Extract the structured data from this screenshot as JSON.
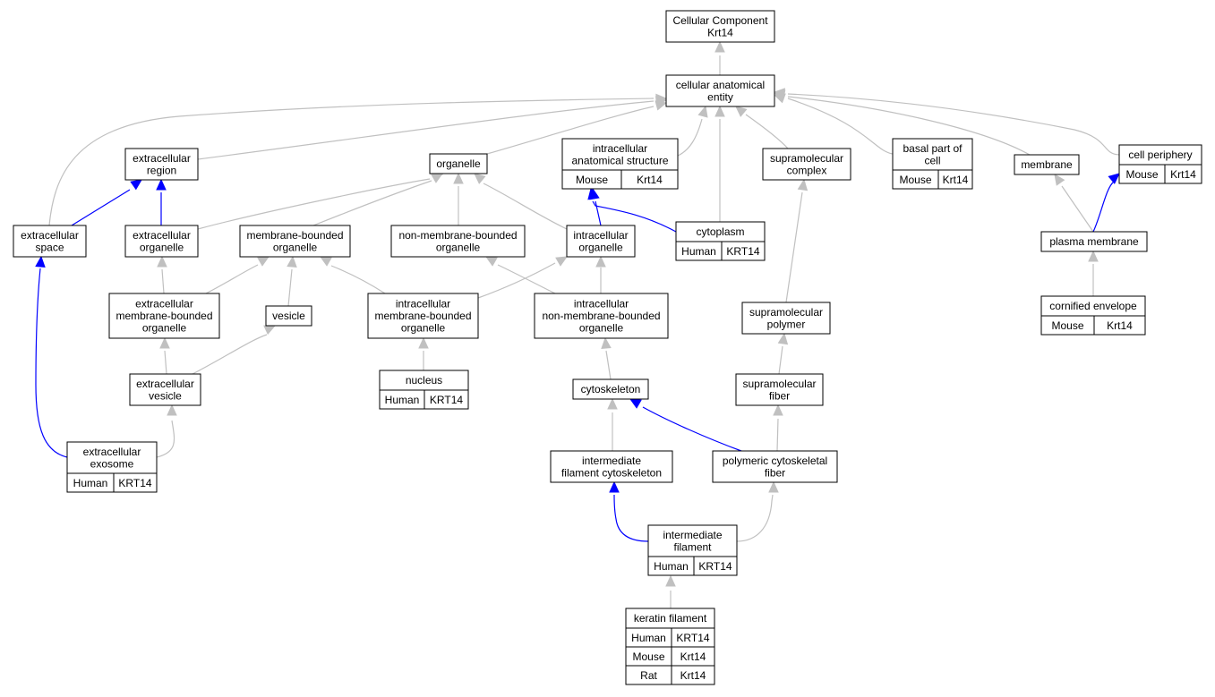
{
  "colors": {
    "is_a": "#c0c0c0",
    "part_of": "#0000ff",
    "human": "#f0604a",
    "mouse": "#add8e6",
    "rat": "#ffd700"
  },
  "nodes": [
    {
      "id": "root",
      "label": [
        "Cellular Component",
        "Krt14"
      ]
    },
    {
      "id": "cae",
      "label": [
        "cellular anatomical",
        "entity"
      ]
    },
    {
      "id": "extreg",
      "label": [
        "extracellular",
        "region"
      ]
    },
    {
      "id": "organelle",
      "label": [
        "organelle"
      ]
    },
    {
      "id": "ias",
      "label": [
        "intracellular",
        "anatomical structure"
      ],
      "rows": [
        [
          "Mouse",
          "Krt14"
        ]
      ]
    },
    {
      "id": "supcomplex",
      "label": [
        "supramolecular",
        "complex"
      ]
    },
    {
      "id": "basal",
      "label": [
        "basal part of",
        "cell"
      ],
      "rows": [
        [
          "Mouse",
          "Krt14"
        ]
      ]
    },
    {
      "id": "membrane",
      "label": [
        "membrane"
      ]
    },
    {
      "id": "periphery",
      "label": [
        "cell periphery"
      ],
      "rows": [
        [
          "Mouse",
          "Krt14"
        ]
      ]
    },
    {
      "id": "extspace",
      "label": [
        "extracellular",
        "space"
      ]
    },
    {
      "id": "extorg",
      "label": [
        "extracellular",
        "organelle"
      ]
    },
    {
      "id": "mbo",
      "label": [
        "membrane-bounded",
        "organelle"
      ]
    },
    {
      "id": "nmbo",
      "label": [
        "non-membrane-bounded",
        "organelle"
      ]
    },
    {
      "id": "intraorg",
      "label": [
        "intracellular",
        "organelle"
      ]
    },
    {
      "id": "cytoplasm",
      "label": [
        "cytoplasm"
      ],
      "rows": [
        [
          "Human",
          "KRT14"
        ]
      ]
    },
    {
      "id": "plasma",
      "label": [
        "plasma membrane"
      ]
    },
    {
      "id": "embo",
      "label": [
        "extracellular",
        "membrane-bounded",
        "organelle"
      ]
    },
    {
      "id": "vesicle",
      "label": [
        "vesicle"
      ]
    },
    {
      "id": "imbo",
      "label": [
        "intracellular",
        "membrane-bounded",
        "organelle"
      ]
    },
    {
      "id": "inmbo",
      "label": [
        "intracellular",
        "non-membrane-bounded",
        "organelle"
      ]
    },
    {
      "id": "suppolymer",
      "label": [
        "supramolecular",
        "polymer"
      ]
    },
    {
      "id": "cornified",
      "label": [
        "cornified envelope"
      ],
      "rows": [
        [
          "Mouse",
          "Krt14"
        ]
      ]
    },
    {
      "id": "extves",
      "label": [
        "extracellular",
        "vesicle"
      ]
    },
    {
      "id": "nucleus",
      "label": [
        "nucleus"
      ],
      "rows": [
        [
          "Human",
          "KRT14"
        ]
      ]
    },
    {
      "id": "cytoskeleton",
      "label": [
        "cytoskeleton"
      ]
    },
    {
      "id": "supfiber",
      "label": [
        "supramolecular",
        "fiber"
      ]
    },
    {
      "id": "exosome",
      "label": [
        "extracellular",
        "exosome"
      ],
      "rows": [
        [
          "Human",
          "KRT14"
        ]
      ]
    },
    {
      "id": "ifcyto",
      "label": [
        "intermediate",
        "filament cytoskeleton"
      ]
    },
    {
      "id": "pcf",
      "label": [
        "polymeric cytoskeletal",
        "fiber"
      ]
    },
    {
      "id": "if",
      "label": [
        "intermediate",
        "filament"
      ],
      "rows": [
        [
          "Human",
          "KRT14"
        ]
      ]
    },
    {
      "id": "keratin",
      "label": [
        "keratin filament"
      ],
      "rows": [
        [
          "Human",
          "KRT14"
        ],
        [
          "Mouse",
          "Krt14"
        ],
        [
          "Rat",
          "Krt14"
        ]
      ]
    }
  ],
  "edges": [
    {
      "from": "cae",
      "to": "root",
      "type": "is_a"
    },
    {
      "from": "extreg",
      "to": "cae",
      "type": "is_a"
    },
    {
      "from": "organelle",
      "to": "cae",
      "type": "is_a"
    },
    {
      "from": "ias",
      "to": "cae",
      "type": "is_a"
    },
    {
      "from": "cytoplasm",
      "to": "cae",
      "type": "is_a"
    },
    {
      "from": "supcomplex",
      "to": "cae",
      "type": "is_a"
    },
    {
      "from": "basal",
      "to": "cae",
      "type": "is_a"
    },
    {
      "from": "membrane",
      "to": "cae",
      "type": "is_a"
    },
    {
      "from": "periphery",
      "to": "cae",
      "type": "is_a"
    },
    {
      "from": "extspace",
      "to": "cae",
      "type": "is_a"
    },
    {
      "from": "extspace",
      "to": "extreg",
      "type": "part_of"
    },
    {
      "from": "extorg",
      "to": "extreg",
      "type": "part_of"
    },
    {
      "from": "extorg",
      "to": "organelle",
      "type": "is_a"
    },
    {
      "from": "mbo",
      "to": "organelle",
      "type": "is_a"
    },
    {
      "from": "nmbo",
      "to": "organelle",
      "type": "is_a"
    },
    {
      "from": "intraorg",
      "to": "organelle",
      "type": "is_a"
    },
    {
      "from": "intraorg",
      "to": "ias",
      "type": "part_of"
    },
    {
      "from": "cytoplasm",
      "to": "ias",
      "type": "part_of"
    },
    {
      "from": "plasma",
      "to": "membrane",
      "type": "is_a"
    },
    {
      "from": "plasma",
      "to": "periphery",
      "type": "part_of"
    },
    {
      "from": "embo",
      "to": "extorg",
      "type": "is_a"
    },
    {
      "from": "embo",
      "to": "mbo",
      "type": "is_a"
    },
    {
      "from": "vesicle",
      "to": "mbo",
      "type": "is_a"
    },
    {
      "from": "imbo",
      "to": "mbo",
      "type": "is_a"
    },
    {
      "from": "imbo",
      "to": "intraorg",
      "type": "is_a"
    },
    {
      "from": "inmbo",
      "to": "nmbo",
      "type": "is_a"
    },
    {
      "from": "inmbo",
      "to": "intraorg",
      "type": "is_a"
    },
    {
      "from": "suppolymer",
      "to": "supcomplex",
      "type": "is_a"
    },
    {
      "from": "cornified",
      "to": "plasma",
      "type": "is_a"
    },
    {
      "from": "extves",
      "to": "embo",
      "type": "is_a"
    },
    {
      "from": "extves",
      "to": "vesicle",
      "type": "is_a"
    },
    {
      "from": "nucleus",
      "to": "imbo",
      "type": "is_a"
    },
    {
      "from": "cytoskeleton",
      "to": "inmbo",
      "type": "is_a"
    },
    {
      "from": "supfiber",
      "to": "suppolymer",
      "type": "is_a"
    },
    {
      "from": "exosome",
      "to": "extves",
      "type": "is_a"
    },
    {
      "from": "exosome",
      "to": "extspace",
      "type": "part_of"
    },
    {
      "from": "ifcyto",
      "to": "cytoskeleton",
      "type": "is_a"
    },
    {
      "from": "pcf",
      "to": "cytoskeleton",
      "type": "part_of"
    },
    {
      "from": "pcf",
      "to": "supfiber",
      "type": "is_a"
    },
    {
      "from": "if",
      "to": "ifcyto",
      "type": "part_of"
    },
    {
      "from": "if",
      "to": "pcf",
      "type": "is_a"
    },
    {
      "from": "keratin",
      "to": "if",
      "type": "is_a"
    }
  ]
}
